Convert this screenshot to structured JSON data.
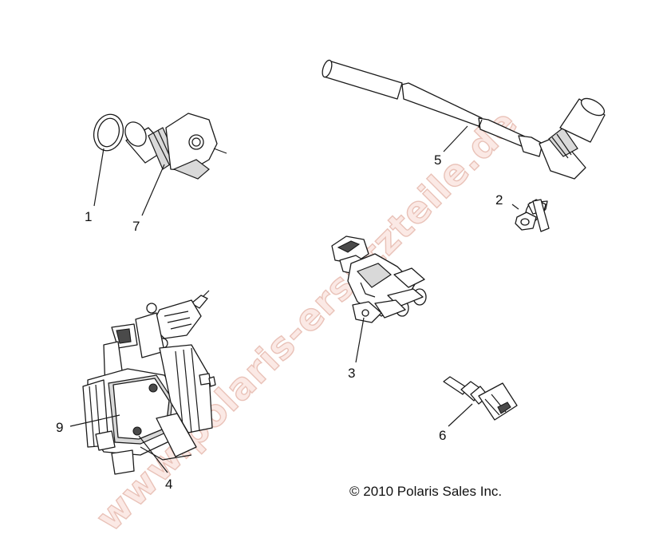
{
  "watermark": "www.polaris-ersatzteile.de",
  "copyright": "© 2010 Polaris Sales Inc.",
  "callouts": [
    {
      "id": "1",
      "part": "o-ring"
    },
    {
      "id": "7",
      "part": "sensor"
    },
    {
      "id": "5",
      "part": "sensor-cable"
    },
    {
      "id": "2",
      "part": "bolt"
    },
    {
      "id": "3",
      "part": "valve"
    },
    {
      "id": "9",
      "part": "throttle-body"
    },
    {
      "id": "4",
      "part": "screw"
    },
    {
      "id": "6",
      "part": "temperature-sensor"
    }
  ]
}
